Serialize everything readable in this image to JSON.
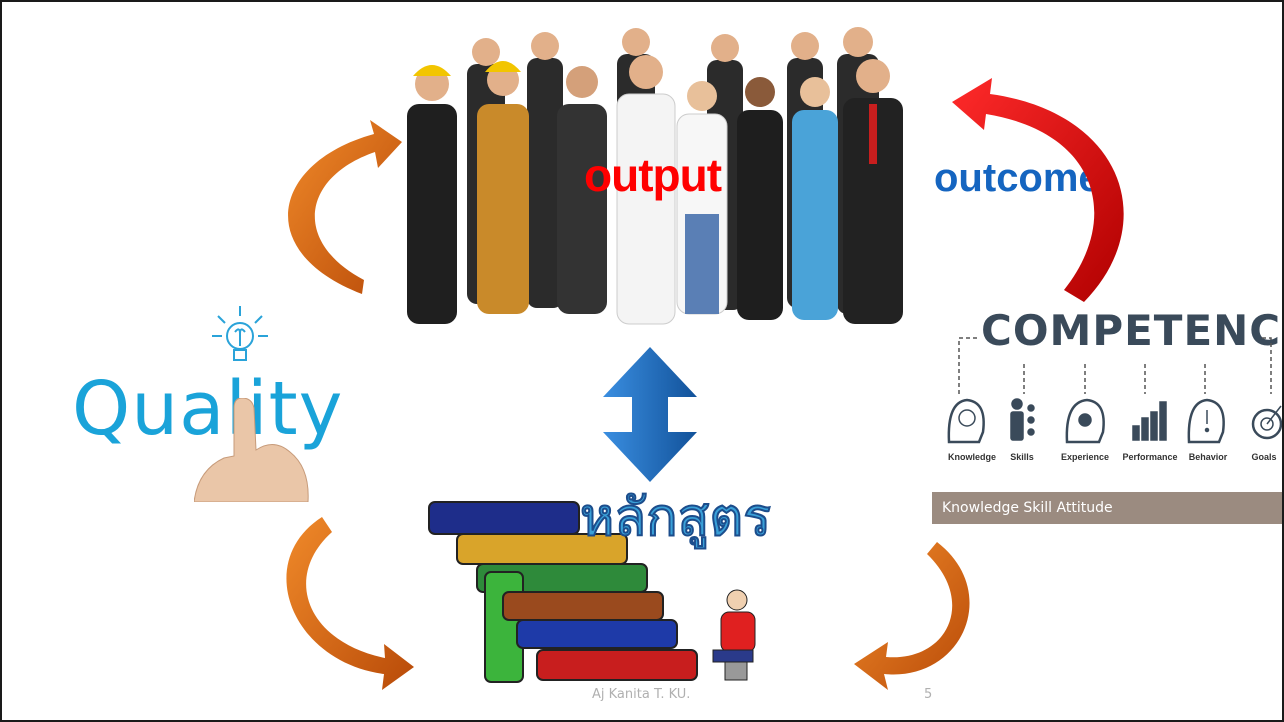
{
  "slide": {
    "output_label": "output",
    "outcomes_label_main": "outcome",
    "outcomes_label_suffix": "s",
    "quality_text": "Quality",
    "competence": {
      "title": "COMPETENCE",
      "items": [
        "Knowledge",
        "Skills",
        "Experience",
        "Performance",
        "Behavior",
        "Goals"
      ],
      "subtitle": "Knowledge Skill Attitude"
    },
    "curriculum_text": "หลักสูตร",
    "footer": "Aj Kanita  T. KU.",
    "page_number": "5"
  },
  "colors": {
    "output": "#ff0000",
    "outcomes": "#1565c0",
    "curved_arrows": "#e06a10",
    "red_arrow": "#e00000",
    "double_arrow": "#1e6fc0",
    "ksa_band": "#9b8b80"
  }
}
